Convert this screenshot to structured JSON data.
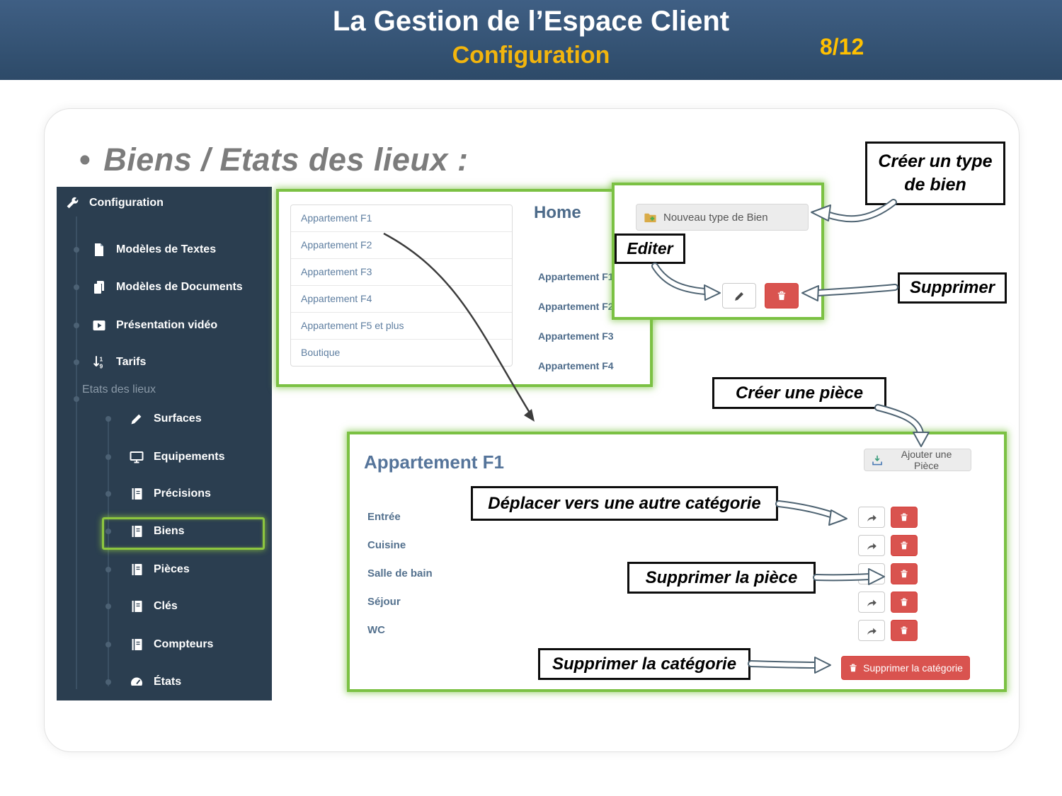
{
  "slide": {
    "title": "La Gestion de l’Espace Client",
    "subtitle": "Configuration",
    "page_indicator": "8/12",
    "bullet": "•",
    "bullet_heading": "Biens / Etats des lieux :"
  },
  "sidebar": {
    "header": {
      "label": "Configuration",
      "icon": "wrench-icon"
    },
    "items": [
      {
        "label": "Modèles de Textes",
        "icon": "text-file-icon"
      },
      {
        "label": "Modèles de Documents",
        "icon": "documents-icon"
      },
      {
        "label": "Présentation vidéo",
        "icon": "video-icon"
      },
      {
        "label": "Tarifs",
        "icon": "sort-numeric-icon"
      }
    ],
    "section_label": "Etats des lieux",
    "section_items": [
      {
        "label": "Surfaces",
        "icon": "pencil-icon"
      },
      {
        "label": "Equipements",
        "icon": "monitor-icon"
      },
      {
        "label": "Précisions",
        "icon": "book-icon"
      },
      {
        "label": "Biens",
        "icon": "book-icon",
        "highlighted": true
      },
      {
        "label": "Pièces",
        "icon": "book-icon"
      },
      {
        "label": "Clés",
        "icon": "book-icon"
      },
      {
        "label": "Compteurs",
        "icon": "book-icon"
      },
      {
        "label": "États",
        "icon": "gauge-icon"
      }
    ]
  },
  "types_panel": {
    "list": [
      "Appartement F1",
      "Appartement F2",
      "Appartement F3",
      "Appartement F4",
      "Appartement F5 et plus",
      "Boutique"
    ],
    "home_title": "Home",
    "home_list": [
      "Appartement F1",
      "Appartement F2",
      "Appartement F3",
      "Appartement F4"
    ]
  },
  "new_type_panel": {
    "button_label": "Nouveau type de Bien"
  },
  "rooms_panel": {
    "title": "Appartement F1",
    "add_button_label": "Ajouter une Pièce",
    "rooms": [
      "Entrée",
      "Cuisine",
      "Salle de bain",
      "Séjour",
      "WC"
    ],
    "delete_category_label": "Supprimer la catégorie"
  },
  "callouts": {
    "create_type": "Créer un type de bien",
    "edit": "Editer",
    "delete": "Supprimer",
    "create_room": "Créer une pièce",
    "move": "Déplacer vers une autre catégorie",
    "delete_room": "Supprimer la pièce",
    "delete_category": "Supprimer la catégorie"
  },
  "colors": {
    "header_bg": "#35577a",
    "highlight_yellow": "#ffc000",
    "sidebar_bg": "#2b3e50",
    "accent_green": "#7bc143",
    "danger_red": "#d9534f",
    "slate_text": "#55748f"
  }
}
